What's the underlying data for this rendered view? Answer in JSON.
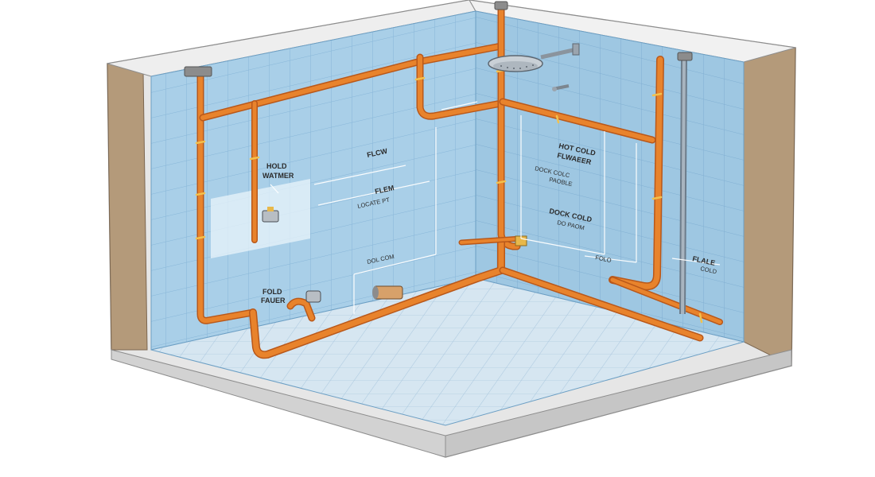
{
  "labels": {
    "hot_water_line1": "HOLD",
    "hot_water_line2": "WATMER",
    "flow_top": "FLCW",
    "flow_mid": "FLEM",
    "flow_small": "LOCATE PT",
    "left_low_line1": "FOLD",
    "left_low_line2": "FAUER",
    "center_low": "DOL COM",
    "right_title_line1": "HOT COLD",
    "right_title_line2": "FLWAEER",
    "right_sub_line1": "DOCK COLC",
    "right_sub_line2": "PAOBLE",
    "right_mid_line1": "DOCK COLD",
    "right_mid_line2": "DO PAOM",
    "right_low": "FOLO",
    "far_right_line1": "FLALE",
    "far_right_line2": "COLD"
  },
  "colors": {
    "pipe": "#e8832c",
    "pipe_shadow": "#b9581a",
    "wall_tile": "#a9cfe8",
    "wall_tile_right": "#9ec7e2",
    "floor_tile": "#d6e6f1",
    "concrete": "#e4e4e4",
    "wall_section": "#b49a7a",
    "grout": "#7fb0d3"
  },
  "icons": {
    "shower_head": "shower-head-icon",
    "valve": "valve-icon"
  }
}
